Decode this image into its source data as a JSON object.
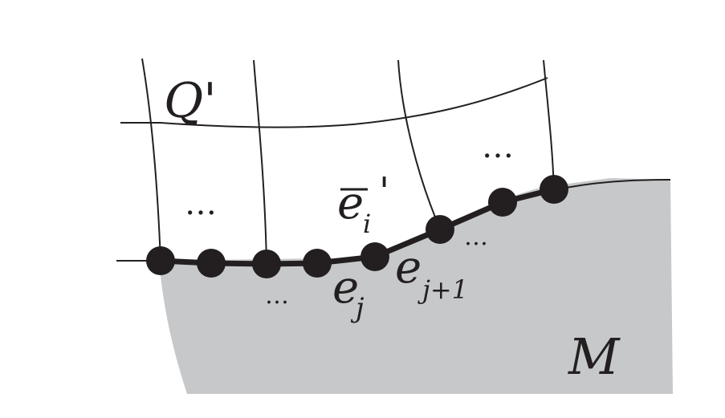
{
  "diagram": {
    "labels": {
      "q_prime": "Q'",
      "manifold": "M",
      "edge_bar_symbol": "e",
      "edge_bar_sub": "i",
      "edge_bar_prime": "'",
      "edge_j_symbol": "e",
      "edge_j_sub": "j",
      "edge_j1_symbol": "e",
      "edge_j1_sub": "j+1"
    },
    "ellipsis": "…",
    "colors": {
      "region_fill": "#c6c8ca",
      "ink": "#231f20",
      "background": "#ffffff"
    }
  }
}
